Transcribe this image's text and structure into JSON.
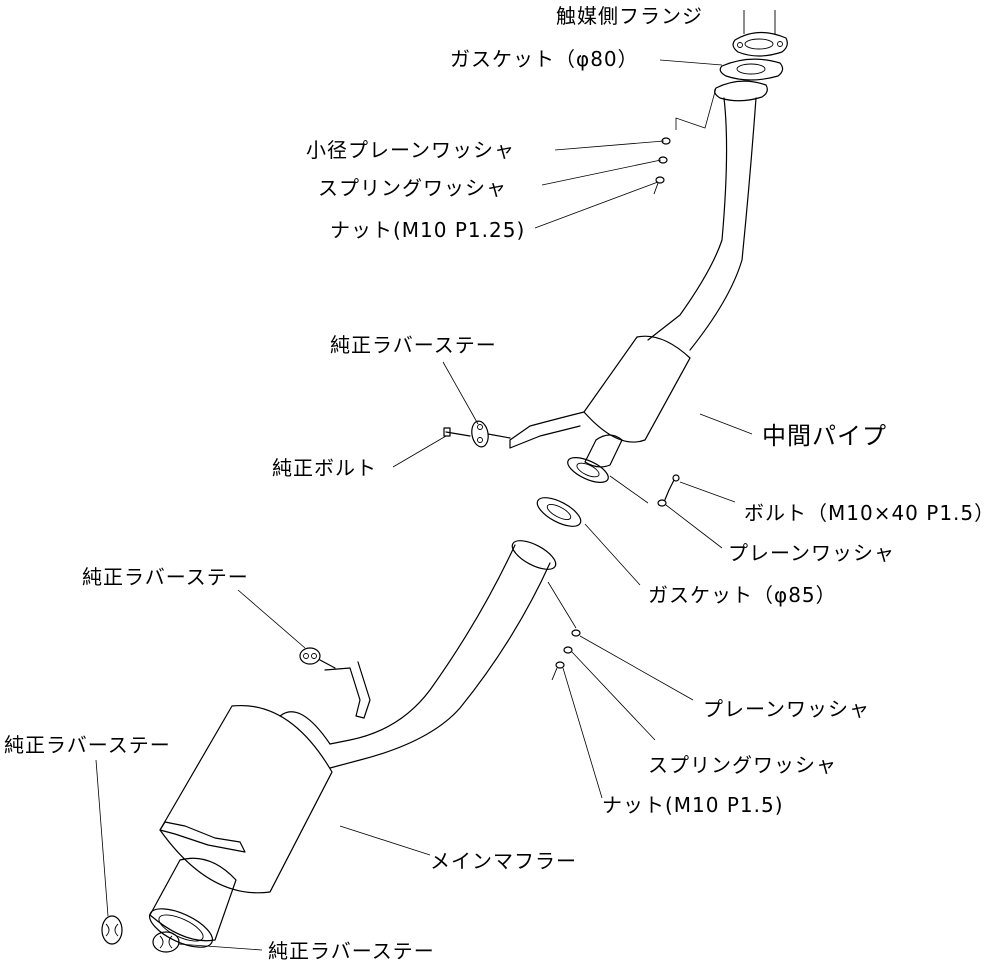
{
  "labels": {
    "cat_flange": "触媒側フランジ",
    "gasket_80": "ガスケット（φ80）",
    "small_plain_washer": "小径プレーンワッシャ",
    "spring_washer_top": "スプリングワッシャ",
    "nut_m10_p125": "ナット(M10 P1.25)",
    "rubber_stay_1": "純正ラバーステー",
    "oem_bolt": "純正ボルト",
    "mid_pipe": "中間パイプ",
    "bolt_m10x40": "ボルト（M10×40 P1.5）",
    "plain_washer_mid": "プレーンワッシャ",
    "gasket_85": "ガスケット（φ85）",
    "rubber_stay_2": "純正ラバーステー",
    "plain_washer_low": "プレーンワッシャ",
    "spring_washer_low": "スプリングワッシャ",
    "nut_m10_p15": "ナット(M10 P1.5)",
    "rubber_stay_3": "純正ラバーステー",
    "main_muffler": "メインマフラー",
    "rubber_stay_4": "純正ラバーステー"
  }
}
